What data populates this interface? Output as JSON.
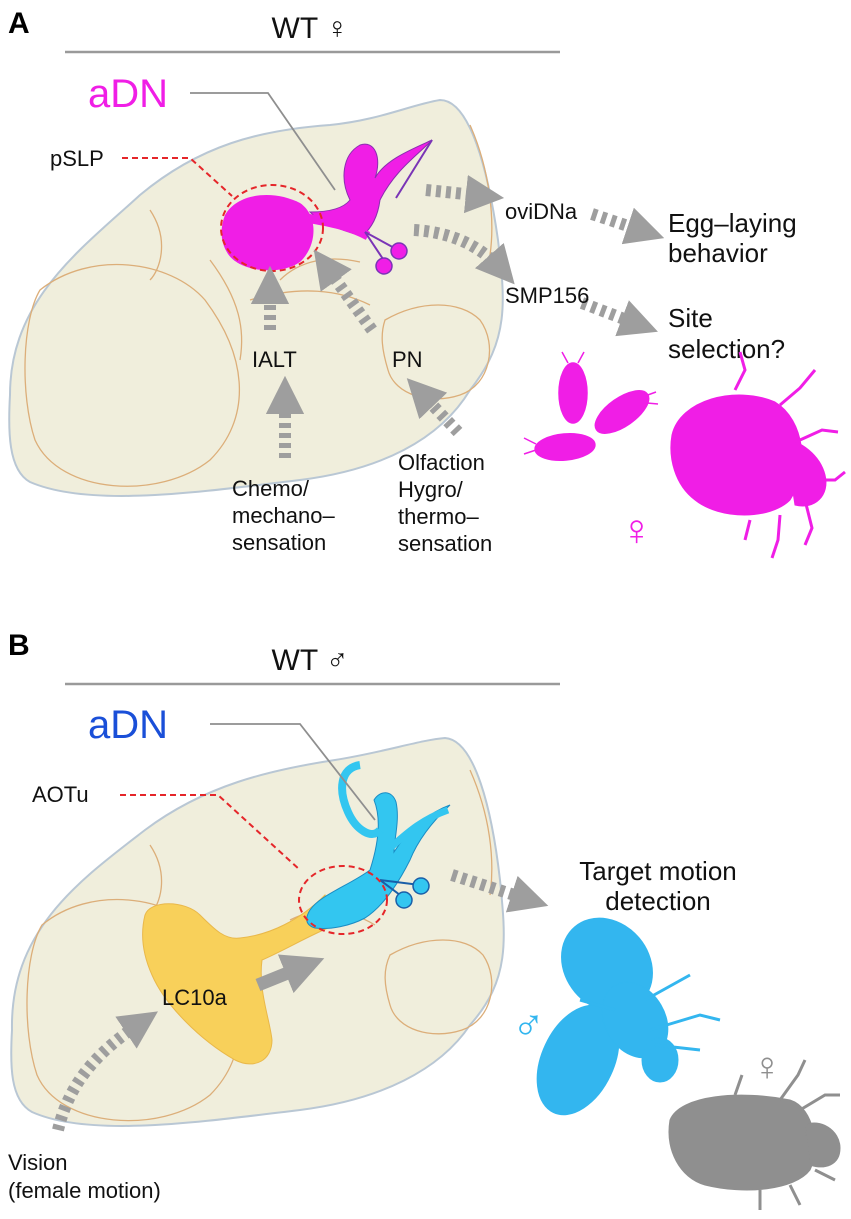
{
  "colors": {
    "female_accent": "#f01ee6",
    "male_accent": "#2eb4ef",
    "lc10a_fill": "#f8d05a",
    "brain_fill": "#f0eedc",
    "brain_outline": "#b9c7d4",
    "neuropil_line": "#dcae79",
    "arrow_gray": "#9e9e9e",
    "callout_red": "#e5262a",
    "target_female_gray": "#8f8f8f"
  },
  "panel_a": {
    "letter": "A",
    "header": "WT ♀",
    "neuron_label": "aDN",
    "region_label": "pSLP",
    "inputs": {
      "ialt": "IALT",
      "pn": "PN",
      "chemo": [
        "Chemo/",
        "mechano–",
        "sensation"
      ],
      "olfaction": [
        "Olfaction",
        "Hygro/",
        "thermo–",
        "sensation"
      ]
    },
    "outputs": {
      "ovidna": "oviDNa",
      "smp156": "SMP156",
      "egg_laying": [
        "Egg–laying",
        "behavior"
      ],
      "site_selection": [
        "Site",
        "selection?"
      ]
    },
    "female_symbol": "♀",
    "icons": [
      "egg-icon",
      "female-fly-icon"
    ]
  },
  "panel_b": {
    "letter": "B",
    "header": "WT ♂",
    "neuron_label": "aDN",
    "region_label": "AOTu",
    "input_neuron": "LC10a",
    "vision": [
      "Vision",
      "(female motion)"
    ],
    "output": [
      "Target motion",
      "detection"
    ],
    "male_symbol": "♂",
    "female_symbol": "♀",
    "icons": [
      "male-fly-icon",
      "female-fly-icon"
    ]
  }
}
